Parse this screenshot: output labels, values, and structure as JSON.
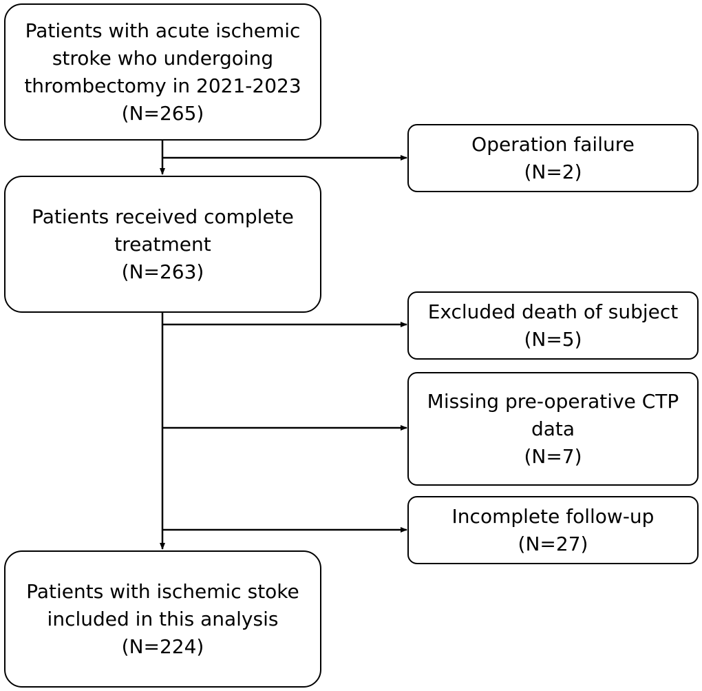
{
  "boxes": {
    "enrolled": {
      "lines": [
        "Patients with acute ischemic",
        "stroke who undergoing",
        "thrombectomy in 2021-2023",
        "(N=265)"
      ]
    },
    "operation_failure": {
      "lines": [
        "Operation failure",
        "(N=2)"
      ]
    },
    "complete_treatment": {
      "lines": [
        "Patients received complete",
        "treatment",
        "(N=263)"
      ]
    },
    "excluded_death": {
      "lines": [
        "Excluded death of subject",
        "(N=5)"
      ]
    },
    "missing_ctp": {
      "lines": [
        "Missing pre-operative CTP",
        "data",
        "(N=7)"
      ]
    },
    "incomplete_followup": {
      "lines": [
        "Incomplete follow-up",
        "(N=27)"
      ]
    },
    "included": {
      "lines": [
        "Patients with ischemic stoke",
        "included in this analysis",
        "(N=224)"
      ]
    }
  }
}
